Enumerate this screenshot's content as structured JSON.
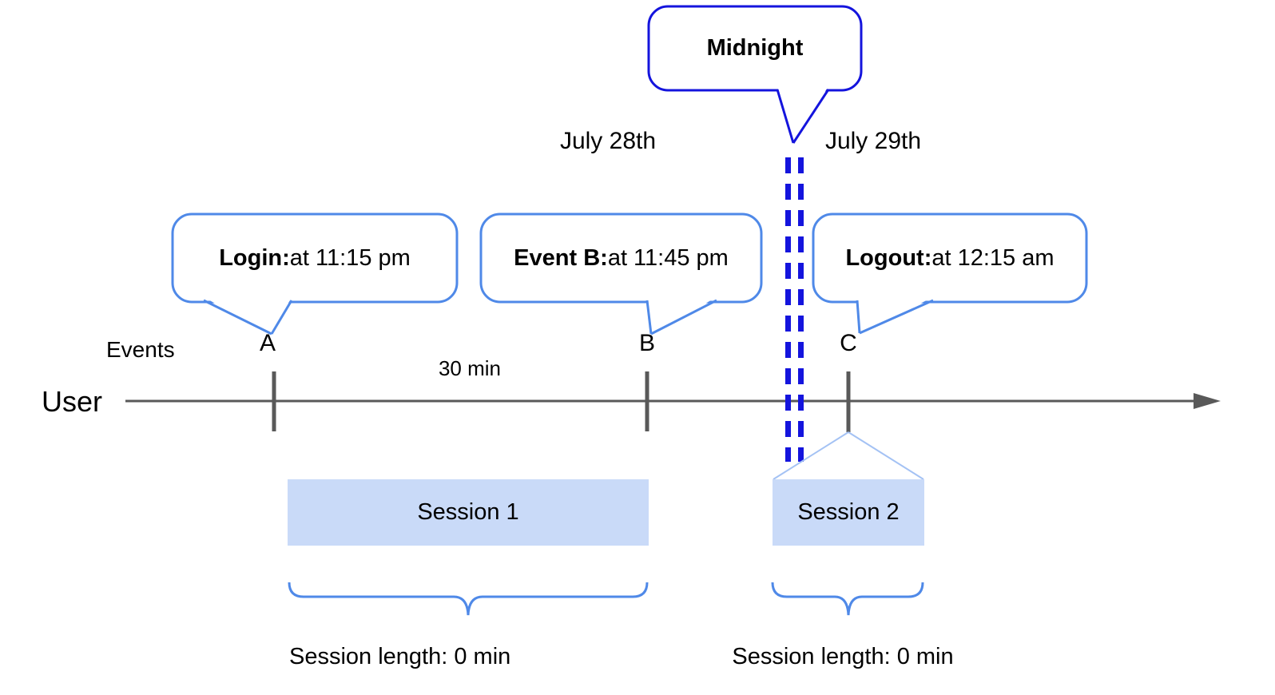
{
  "colors": {
    "dark_blue": "#1414dd",
    "bubble_blue": "#4f89e8",
    "light_blue": "#a4c2f4",
    "session_fill": "#c9daf8",
    "axis_gray": "#595959"
  },
  "callouts": {
    "midnight": {
      "label": "Midnight"
    },
    "login": {
      "bold": "Login:",
      "rest": " at 11:15 pm"
    },
    "event_b": {
      "bold": "Event B:",
      "rest": " at 11:45 pm"
    },
    "logout": {
      "bold": "Logout:",
      "rest": " at 12:15 am"
    }
  },
  "dates": {
    "left": "July 28th",
    "right": "July 29th"
  },
  "axis": {
    "row_label": "Events",
    "user_label": "User",
    "interval_label": "30 min",
    "events": [
      "A",
      "B",
      "C"
    ]
  },
  "sessions": [
    {
      "label": "Session 1",
      "length_label": "Session length: 0 min"
    },
    {
      "label": "Session 2",
      "length_label": "Session length: 0 min"
    }
  ]
}
